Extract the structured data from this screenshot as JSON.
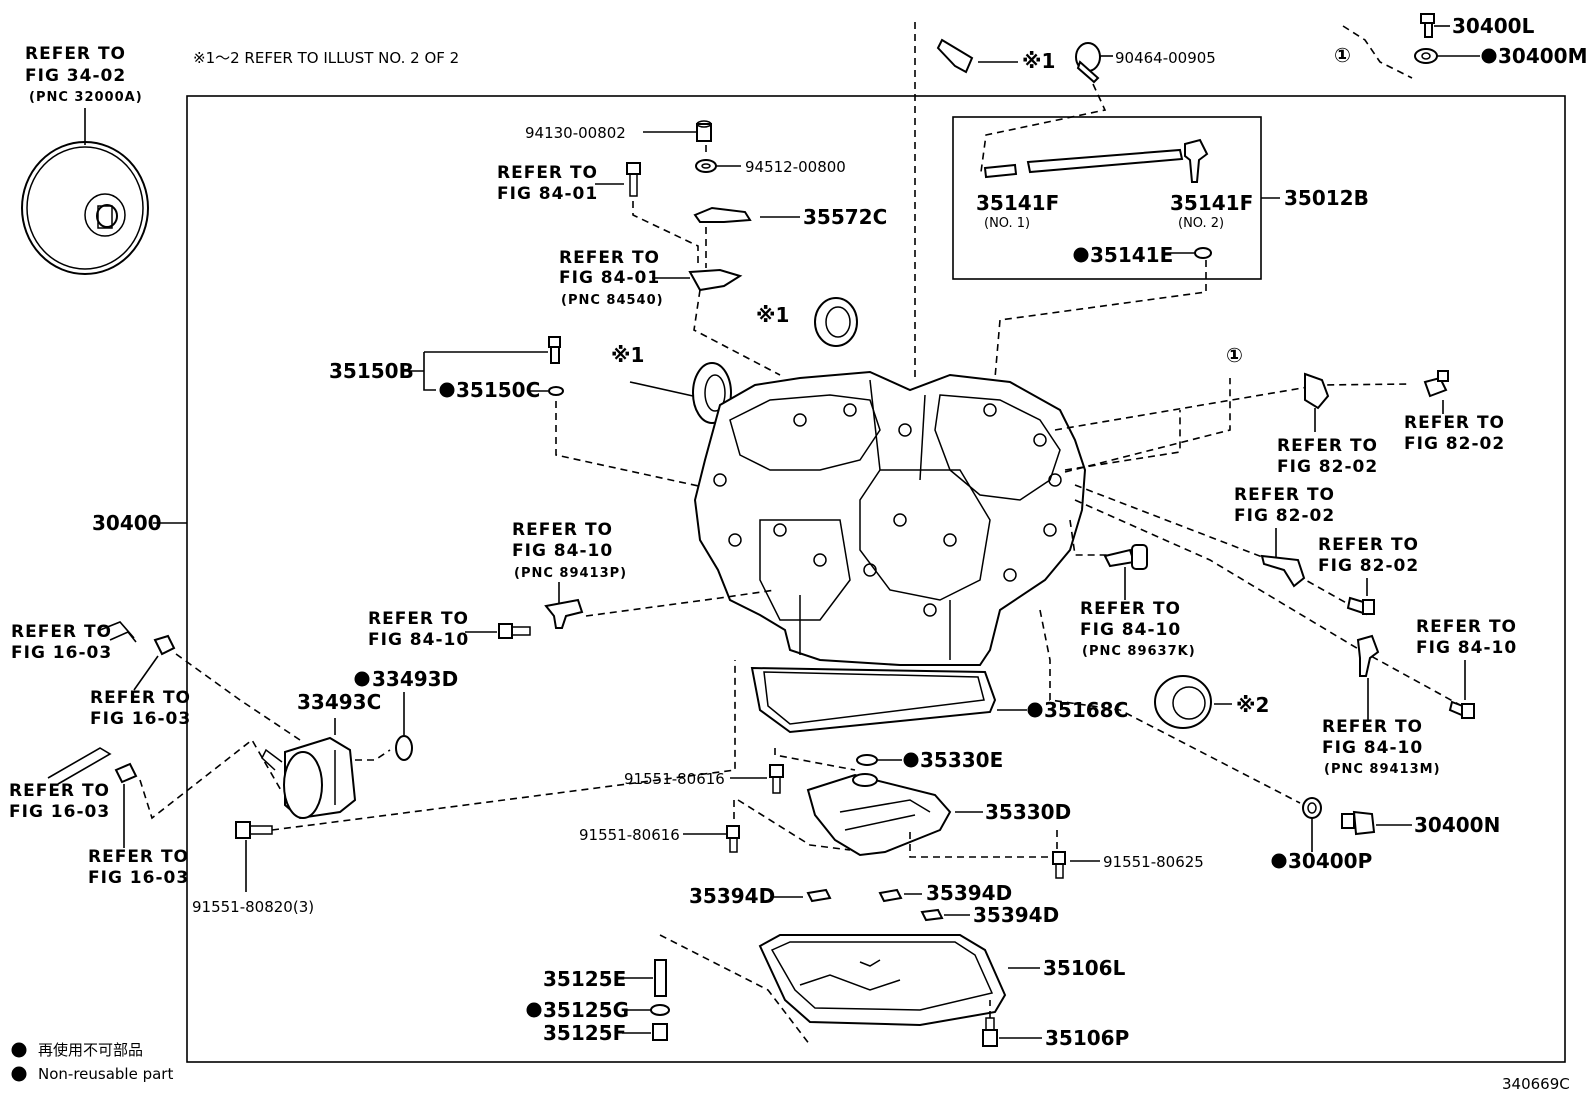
{
  "header_note": "※1～2 REFER TO ILLUST NO. 2 OF 2",
  "diagram_id": "340669C",
  "legend": {
    "jp": "再使用不可部品",
    "en": "Non-reusable part"
  },
  "refs": {
    "r1": {
      "l1": "REFER TO",
      "l2": "FIG 34-02",
      "l3": "(PNC 32000A)"
    },
    "r2": {
      "l1": "REFER TO",
      "l2": "FIG 84-01"
    },
    "r3": {
      "l1": "REFER TO",
      "l2": "FIG 84-01",
      "l3": "(PNC 84540)"
    },
    "r4": {
      "l1": "REFER TO",
      "l2": "FIG 82-02"
    },
    "r5": {
      "l1": "REFER TO",
      "l2": "FIG 82-02"
    },
    "r6": {
      "l1": "REFER TO",
      "l2": "FIG 82-02"
    },
    "r7": {
      "l1": "REFER TO",
      "l2": "FIG 82-02"
    },
    "r8": {
      "l1": "REFER TO",
      "l2": "FIG 84-10",
      "l3": "(PNC 89413P)"
    },
    "r9": {
      "l1": "REFER TO",
      "l2": "FIG 84-10"
    },
    "r10": {
      "l1": "REFER TO",
      "l2": "FIG 84-10",
      "l3": "(PNC 89637K)"
    },
    "r11": {
      "l1": "REFER TO",
      "l2": "FIG 84-10"
    },
    "r12": {
      "l1": "REFER TO",
      "l2": "FIG 84-10",
      "l3": "(PNC 89413M)"
    },
    "r13": {
      "l1": "REFER TO",
      "l2": "FIG 16-03"
    },
    "r14": {
      "l1": "REFER TO",
      "l2": "FIG 16-03"
    },
    "r15": {
      "l1": "REFER TO",
      "l2": "FIG 16-03"
    },
    "r16": {
      "l1": "REFER TO",
      "l2": "FIG 16-03"
    }
  },
  "parts": {
    "p30400": "30400",
    "p30400L": "30400L",
    "p30400M": "30400M",
    "p30400N": "30400N",
    "p30400P": "30400P",
    "p94130": "94130-00802",
    "p94512": "94512-00800",
    "p35572C": "35572C",
    "p90464": "90464-00905",
    "p35012B": "35012B",
    "p35141F_1": "35141F",
    "p35141F_1_no": "(NO. 1)",
    "p35141F_2": "35141F",
    "p35141F_2_no": "(NO. 2)",
    "p35141E": "35141E",
    "p35150B": "35150B",
    "p35150C": "35150C",
    "p33493D": "33493D",
    "p33493C": "33493C",
    "p35168C": "35168C",
    "p35330E": "35330E",
    "p35330D": "35330D",
    "p91551_616a": "91551-80616",
    "p91551_616b": "91551-80616",
    "p91551_625": "91551-80625",
    "p91551_820": "91551-80820(3)",
    "p35394D_a": "35394D",
    "p35394D_b": "35394D",
    "p35394D_c": "35394D",
    "p35125E": "35125E",
    "p35125G": "35125G",
    "p35125F": "35125F",
    "p35106L": "35106L",
    "p35106P": "35106P"
  },
  "marks": {
    "x1_a": "※1",
    "x1_b": "※1",
    "x1_c": "※1",
    "x2": "※2",
    "c1_a": "①",
    "c1_b": "①"
  }
}
